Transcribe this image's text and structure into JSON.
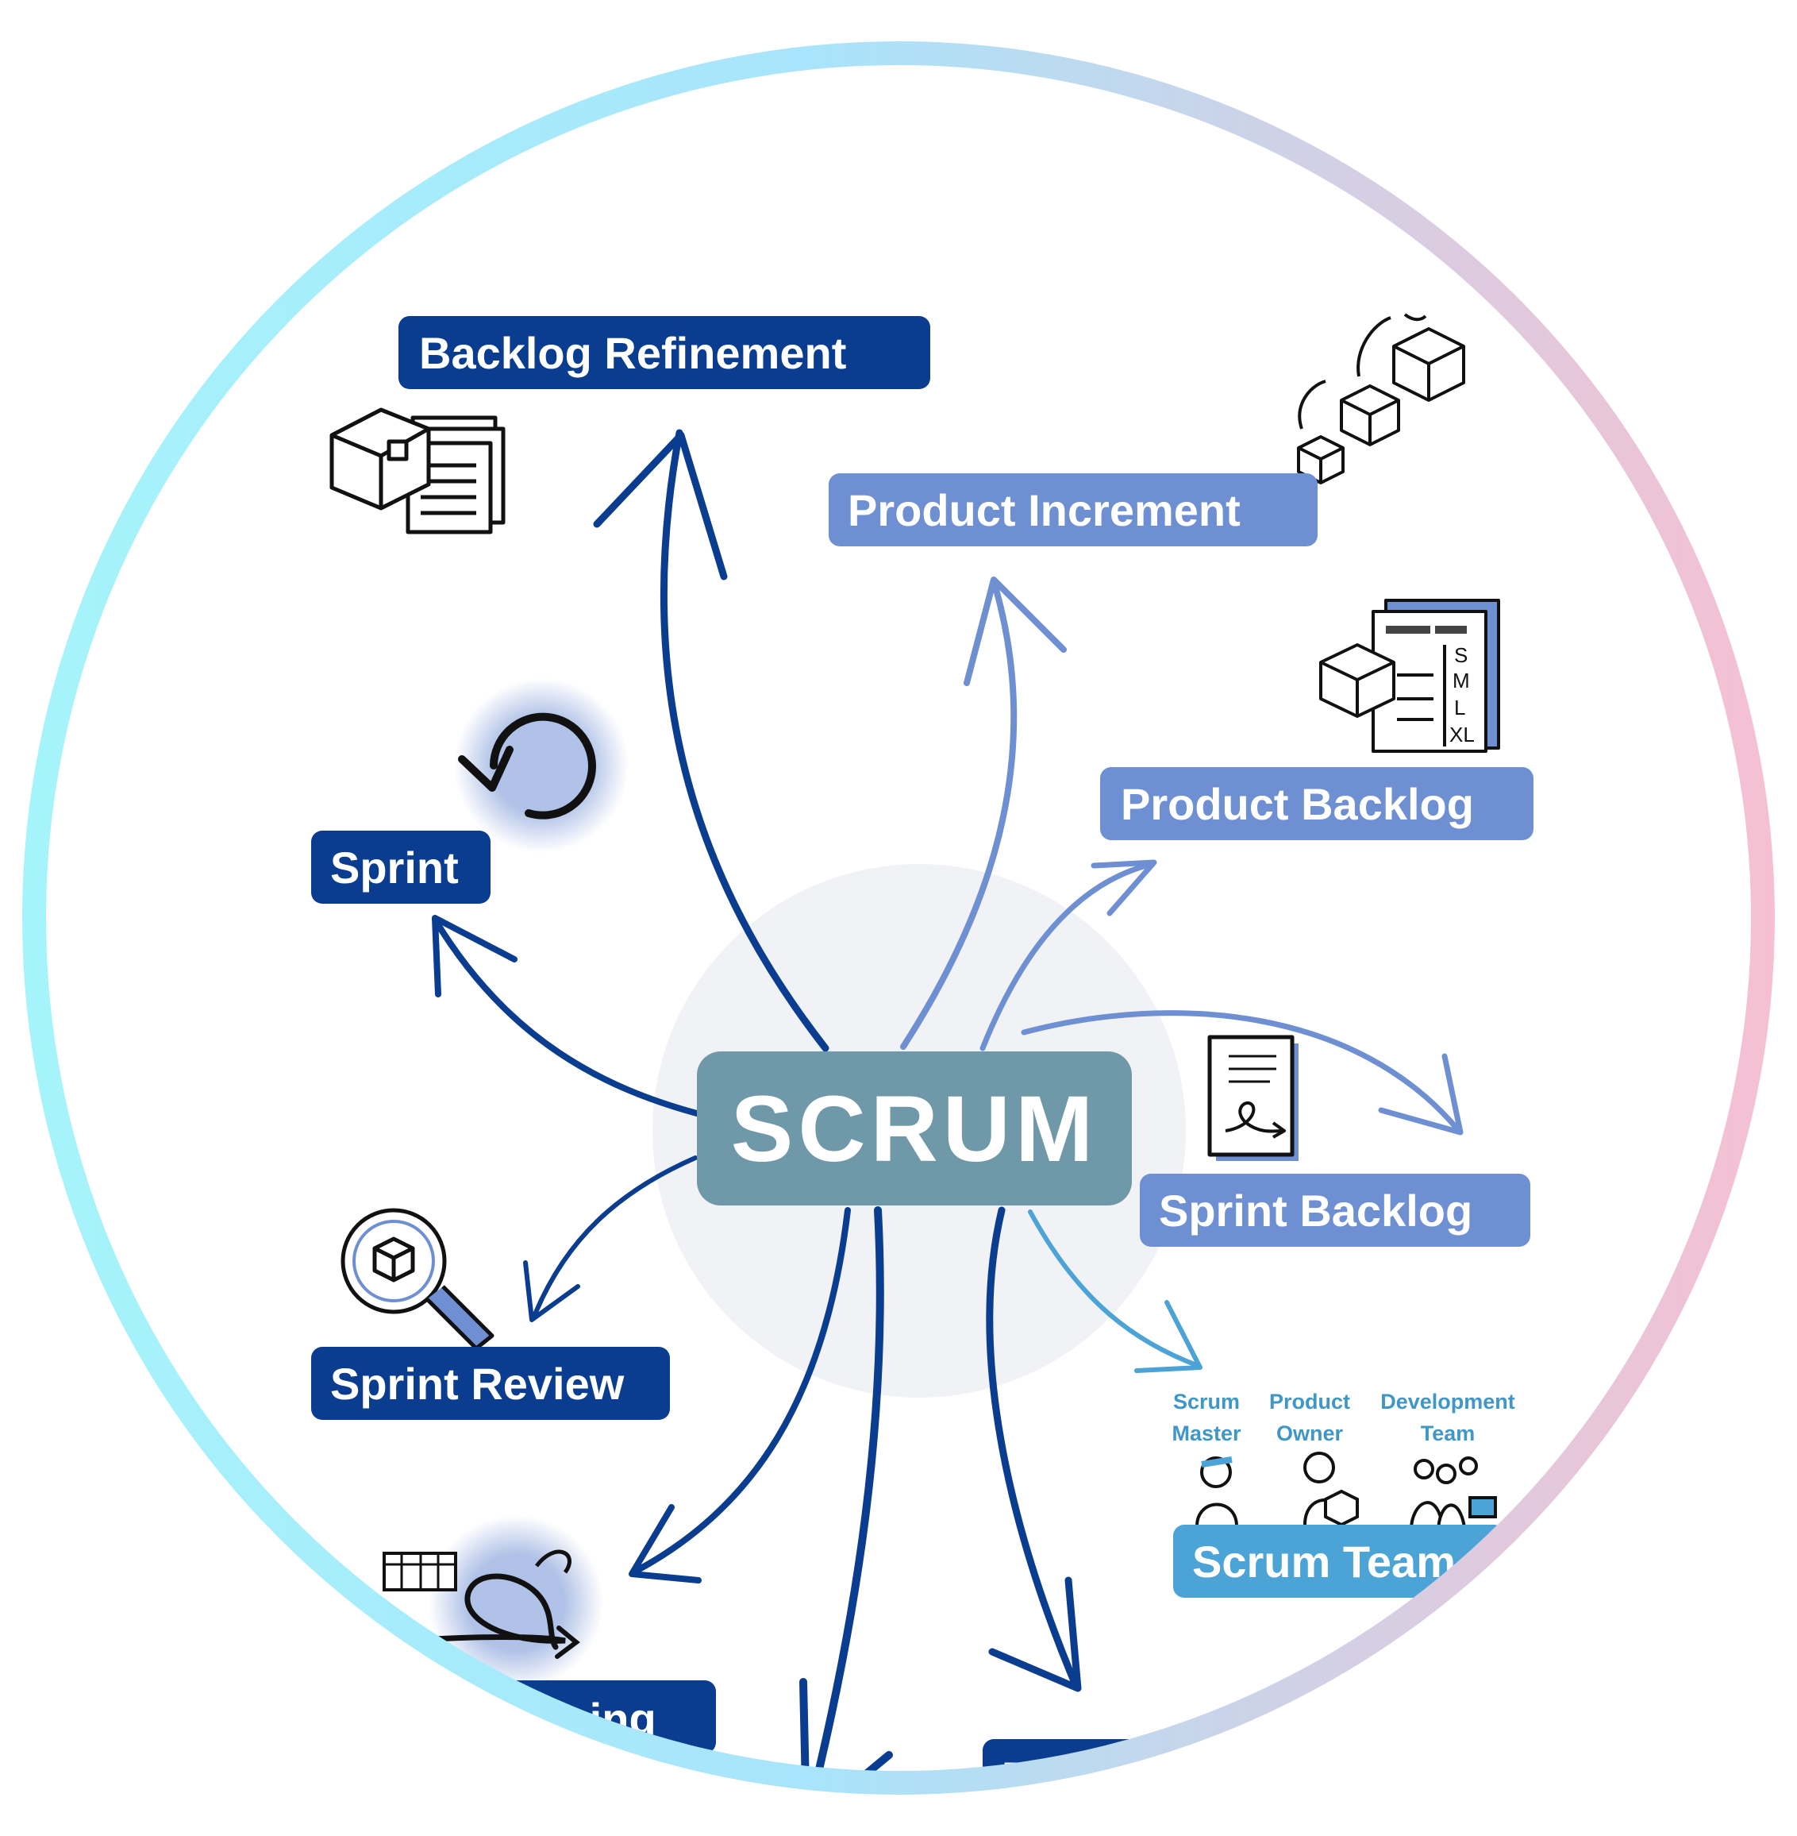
{
  "diagram": {
    "center": "SCRUM",
    "nodes": [
      {
        "id": "backlog-refinement",
        "label": "Backlog Refinement",
        "color": "#0a3d8f"
      },
      {
        "id": "product-increment",
        "label": "Product Increment",
        "color": "#6f8fd3"
      },
      {
        "id": "product-backlog",
        "label": "Product Backlog",
        "color": "#6f8fd3"
      },
      {
        "id": "sprint",
        "label": "Sprint",
        "color": "#0a3d8f"
      },
      {
        "id": "sprint-backlog",
        "label": "Sprint Backlog",
        "color": "#6f8fd3"
      },
      {
        "id": "sprint-review",
        "label": "Sprint Review",
        "color": "#0a3d8f"
      },
      {
        "id": "scrum-team",
        "label": "Scrum Team",
        "color": "#4ba3d6"
      },
      {
        "id": "sprint-planning",
        "label": "t Planning",
        "color": "#0a3d8f"
      },
      {
        "id": "daily-scrum",
        "label": "Daily Srun",
        "color": "#0a3d8f"
      }
    ],
    "team_roles": [
      {
        "line1": "Scrum",
        "line2": "Master"
      },
      {
        "line1": "Product",
        "line2": "Owner"
      },
      {
        "line1": "Development",
        "line2": "Team"
      }
    ],
    "sizes": [
      "S",
      "M",
      "L",
      "XL"
    ],
    "colors": {
      "dark_blue": "#0a3d8f",
      "mid_blue": "#6f8fd3",
      "light_blue": "#4ba3d6",
      "hub": "#6f98a8",
      "ring_start": "#a6f3fb",
      "ring_end": "#f6bfd1"
    }
  }
}
